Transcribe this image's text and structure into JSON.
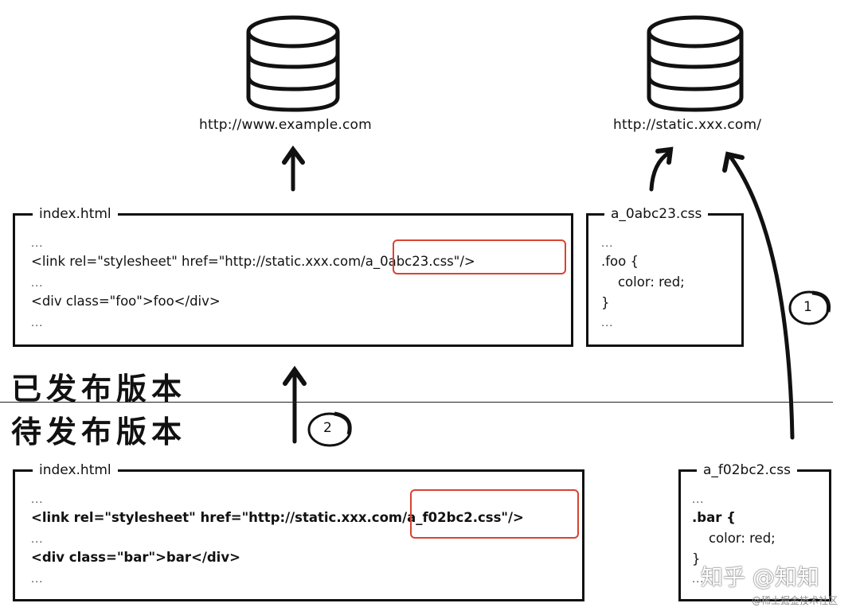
{
  "servers": {
    "left": {
      "label": "http://www.example.com"
    },
    "right": {
      "label": "http://static.xxx.com/"
    }
  },
  "published": {
    "section_label": "已发布版本",
    "html_box": {
      "title": "index.html",
      "lines": [
        "...",
        "<link rel=\"stylesheet\" href=\"http://static.xxx.com/a_0abc23.css\"/>",
        "...",
        "<div class=\"foo\">foo</div>",
        "..."
      ]
    },
    "css_box": {
      "title": "a_0abc23.css",
      "lines": [
        "...",
        ".foo {",
        "    color: red;",
        "}",
        "..."
      ]
    }
  },
  "pending": {
    "section_label": "待发布版本",
    "html_box": {
      "title": "index.html",
      "lines": [
        "...",
        "<link rel=\"stylesheet\" href=\"http://static.xxx.com/a_f02bc2.css\"/>",
        "...",
        "<div class=\"bar\">bar</div>",
        "..."
      ]
    },
    "css_box": {
      "title": "a_f02bc2.css",
      "lines": [
        "...",
        ".bar {",
        "    color: red;",
        "}",
        "..."
      ]
    }
  },
  "steps": {
    "step1": "1",
    "step2": "2"
  },
  "watermark": {
    "main": "知乎 @知知",
    "sub": "@稀土掘金技术社区"
  },
  "colors": {
    "highlight": "#d9432f",
    "ink": "#111111"
  }
}
